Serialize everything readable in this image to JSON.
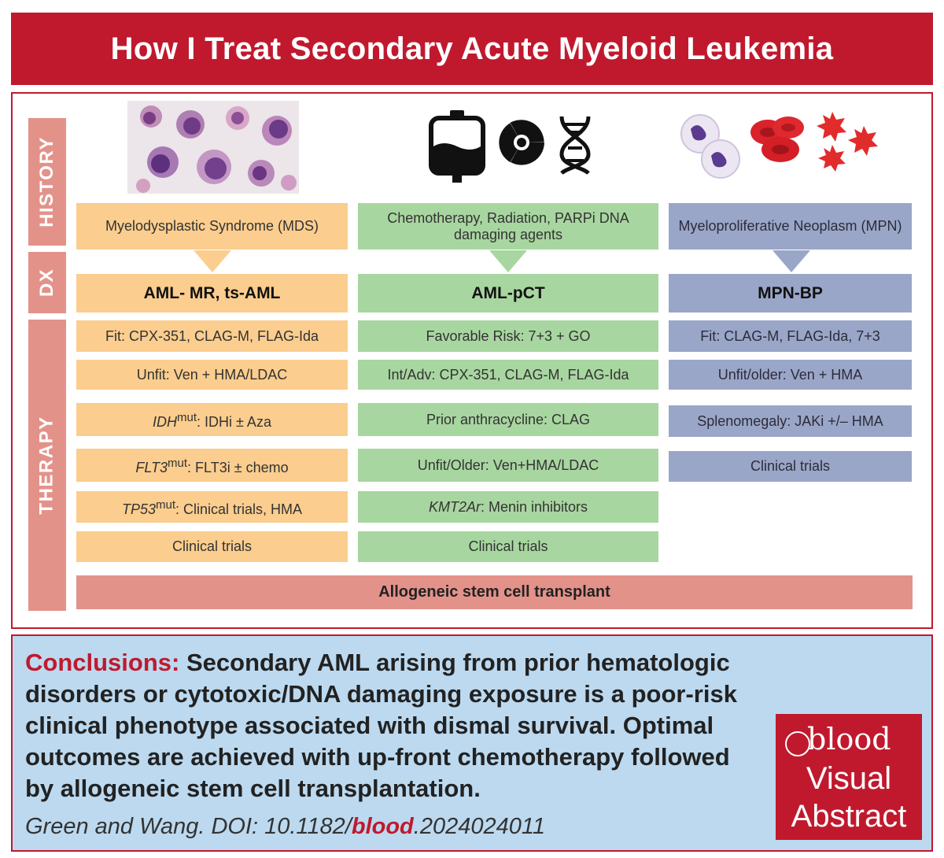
{
  "title": "How I Treat Secondary Acute Myeloid Leukemia",
  "side_labels": {
    "history": "HISTORY",
    "dx": "DX",
    "therapy": "THERAPY"
  },
  "icons": {
    "col1": "bone-marrow-smear-image",
    "col2": [
      "iv-bag-icon",
      "radiation-icon",
      "dna-icon"
    ],
    "col3": [
      "neutrophil-cells-icon",
      "red-blood-cells-icon",
      "platelets-icon"
    ]
  },
  "columns": [
    {
      "history": "Myelodysplastic Syndrome (MDS)",
      "dx": "AML- MR, ts-AML",
      "therapy": [
        {
          "pre": "",
          "italic": "",
          "sup": "",
          "text": "Fit: CPX-351, CLAG-M, FLAG-Ida"
        },
        {
          "pre": "",
          "italic": "",
          "sup": "",
          "text": "Unfit: Ven + HMA/LDAC"
        },
        {
          "pre": "",
          "italic": "IDH",
          "sup": "mut",
          "text": ": IDHi ± Aza"
        },
        {
          "pre": "",
          "italic": "FLT3",
          "sup": "mut",
          "text": ": FLT3i ± chemo"
        },
        {
          "pre": "",
          "italic": "TP53",
          "sup": "mut",
          "text": ": Clinical trials, HMA"
        },
        {
          "pre": "",
          "italic": "",
          "sup": "",
          "text": "Clinical trials"
        }
      ]
    },
    {
      "history": "Chemotherapy, Radiation, PARPi DNA damaging agents",
      "dx": "AML-pCT",
      "therapy": [
        {
          "pre": "",
          "italic": "",
          "sup": "",
          "text": "Favorable Risk: 7+3 + GO"
        },
        {
          "pre": "",
          "italic": "",
          "sup": "",
          "text": "Int/Adv: CPX-351, CLAG-M, FLAG-Ida"
        },
        {
          "pre": "",
          "italic": "",
          "sup": "",
          "text": "Prior anthracycline: CLAG"
        },
        {
          "pre": "",
          "italic": "",
          "sup": "",
          "text": "Unfit/Older: Ven+HMA/LDAC"
        },
        {
          "pre": "",
          "italic": "KMT2Ar",
          "sup": "",
          "text": ": Menin inhibitors"
        },
        {
          "pre": "",
          "italic": "",
          "sup": "",
          "text": "Clinical trials"
        }
      ]
    },
    {
      "history": "Myeloproliferative Neoplasm (MPN)",
      "dx": "MPN-BP",
      "therapy": [
        {
          "pre": "",
          "italic": "",
          "sup": "",
          "text": "Fit: CLAG-M, FLAG-Ida, 7+3"
        },
        {
          "pre": "",
          "italic": "",
          "sup": "",
          "text": "Unfit/older: Ven + HMA"
        },
        {
          "pre": "",
          "italic": "",
          "sup": "",
          "text": "Splenomegaly: JAKi +/– HMA"
        },
        {
          "pre": "",
          "italic": "",
          "sup": "",
          "text": "Clinical trials"
        }
      ]
    }
  ],
  "transplant": "Allogeneic stem cell transplant",
  "conclusion": {
    "label": "Conclusions:",
    "text": "Secondary AML arising from prior hematologic disorders or cytotoxic/DNA damaging exposure is a poor-risk clinical phenotype associated with dismal survival. Optimal outcomes are achieved with up-front chemotherapy followed by allogeneic stem cell transplantation."
  },
  "citation": {
    "prefix": "Green and Wang. DOI: 10.1182/",
    "blood": "blood",
    "suffix": ".2024024011"
  },
  "badge": {
    "blood": "blood",
    "visual": "Visual",
    "abstract": "Abstract"
  },
  "colors": {
    "brand_red": "#c0192e",
    "orange": "#fbcd8e",
    "green": "#a8d6a0",
    "blue": "#9aa6c8",
    "side_label": "#e3928a",
    "conclusion_bg": "#bcd9ef"
  }
}
